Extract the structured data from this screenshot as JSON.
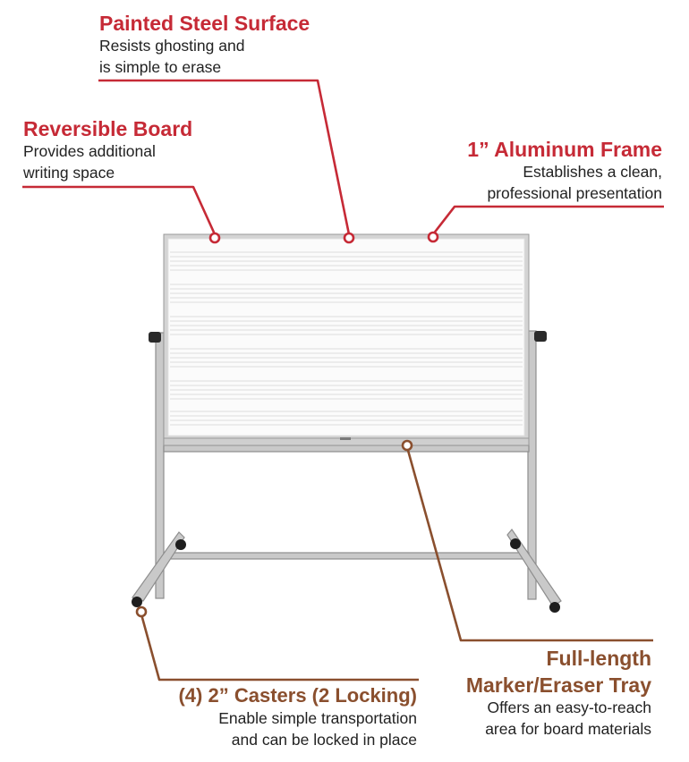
{
  "colors": {
    "accent_red": "#c62a36",
    "accent_brown": "#8a4f2e",
    "frame_gray": "#a9a9a9",
    "text": "#222222"
  },
  "callouts": {
    "painted_steel": {
      "title": "Painted Steel Surface",
      "desc_line1": "Resists ghosting and",
      "desc_line2": "is simple to erase"
    },
    "reversible": {
      "title": "Reversible Board",
      "desc_line1": "Provides additional",
      "desc_line2": "writing space"
    },
    "aluminum_frame": {
      "title": "1” Aluminum Frame",
      "desc_line1": "Establishes a clean,",
      "desc_line2": "professional presentation"
    },
    "marker_tray": {
      "title_line1": "Full-length",
      "title_line2": "Marker/Eraser Tray",
      "desc_line1": "Offers an easy-to-reach",
      "desc_line2": "area for board materials"
    },
    "casters": {
      "title": "(4) 2” Casters (2 Locking)",
      "desc_line1": "Enable simple transportation",
      "desc_line2": "and can be locked in place"
    }
  }
}
